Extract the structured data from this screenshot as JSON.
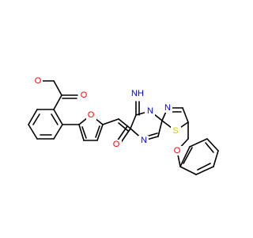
{
  "molecule": {
    "atom_labels": {
      "ester_O": "O",
      "carbonyl_O": "O",
      "furan_O": "O",
      "imine": "NH",
      "ketone_O": "O",
      "ring_N1": "N",
      "ring_N2": "N",
      "ring_N3": "N",
      "ring_S": "S",
      "ether_O": "O"
    },
    "colors": {
      "oxygen": "#ff0000",
      "nitrogen": "#0000ff",
      "sulfur": "#cccc00",
      "bond": "#000000"
    }
  }
}
